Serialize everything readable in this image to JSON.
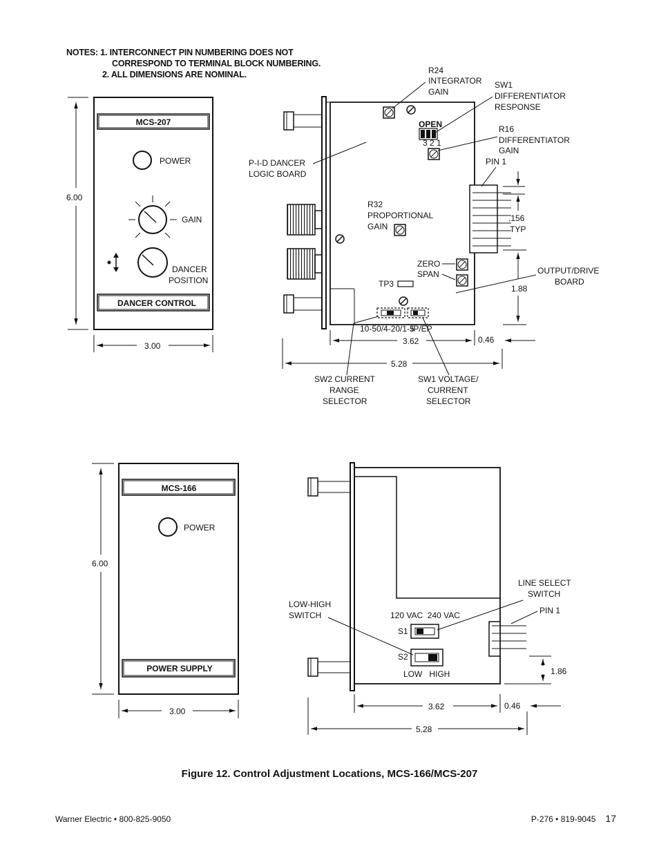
{
  "notes": {
    "line1": "NOTES: 1. INTERCONNECT PIN NUMBERING DOES NOT",
    "line1b": "CORRESPOND TO TERMINAL BLOCK NUMBERING.",
    "line2": "2. ALL DIMENSIONS ARE NOMINAL."
  },
  "mcs207": {
    "title": "MCS-207",
    "power": "POWER",
    "gain": "GAIN",
    "dancer1": "DANCER",
    "dancer2": "POSITION",
    "footer": "DANCER CONTROL",
    "height_dim": "6.00",
    "width_dim": "3.00"
  },
  "side207": {
    "r24_1": "R24",
    "r24_2": "INTEGRATOR",
    "r24_3": "GAIN",
    "sw1_1": "SW1",
    "sw1_2": "DIFFERENTIATOR",
    "sw1_3": "RESPONSE",
    "open": "OPEN",
    "sw_nums": "3 2 1",
    "r16_1": "R16",
    "r16_2": "DIFFERENTIATOR",
    "r16_3": "GAIN",
    "pin1": "PIN 1",
    "pid1": "P-I-D DANCER",
    "pid2": "LOGIC BOARD",
    "r32_1": "R32",
    "r32_2": "PROPORTIONAL",
    "r32_3": "GAIN",
    "pitch1": ".156",
    "pitch2": "TYP",
    "zero": "ZERO",
    "span": "SPAN",
    "tp3": "TP3",
    "out1": "OUTPUT/DRIVE",
    "out2": "BOARD",
    "dim188": "1.88",
    "range_lbl": "10-50/4-20/1-5",
    "ipep": "IP/EP",
    "dim362": "3.62",
    "dim046": "0.46",
    "dim528": "5.28",
    "sw2_1": "SW2 CURRENT",
    "sw2_2": "RANGE",
    "sw2_3": "SELECTOR",
    "sw1v_1": "SW1 VOLTAGE/",
    "sw1v_2": "CURRENT",
    "sw1v_3": "SELECTOR"
  },
  "mcs166": {
    "title": "MCS-166",
    "power": "POWER",
    "footer": "POWER SUPPLY",
    "height_dim": "6.00",
    "width_dim": "3.00"
  },
  "side166": {
    "line1": "LINE SELECT",
    "line2": "SWITCH",
    "pin1": "PIN 1",
    "lowhigh1": "LOW-HIGH",
    "lowhigh2": "SWITCH",
    "vac": "120 VAC  240 VAC",
    "s1": "S1",
    "s2": "S2",
    "low_high": "LOW   HIGH",
    "dim186": "1.86",
    "dim362": "3.62",
    "dim046": "0.46",
    "dim528": "5.28"
  },
  "caption": "Figure 12. Control Adjustment Locations, MCS-166/MCS-207",
  "footer": {
    "left": "Warner Electric • 800-825-9050",
    "right": "P-276 • 819-9045",
    "page": "17"
  }
}
